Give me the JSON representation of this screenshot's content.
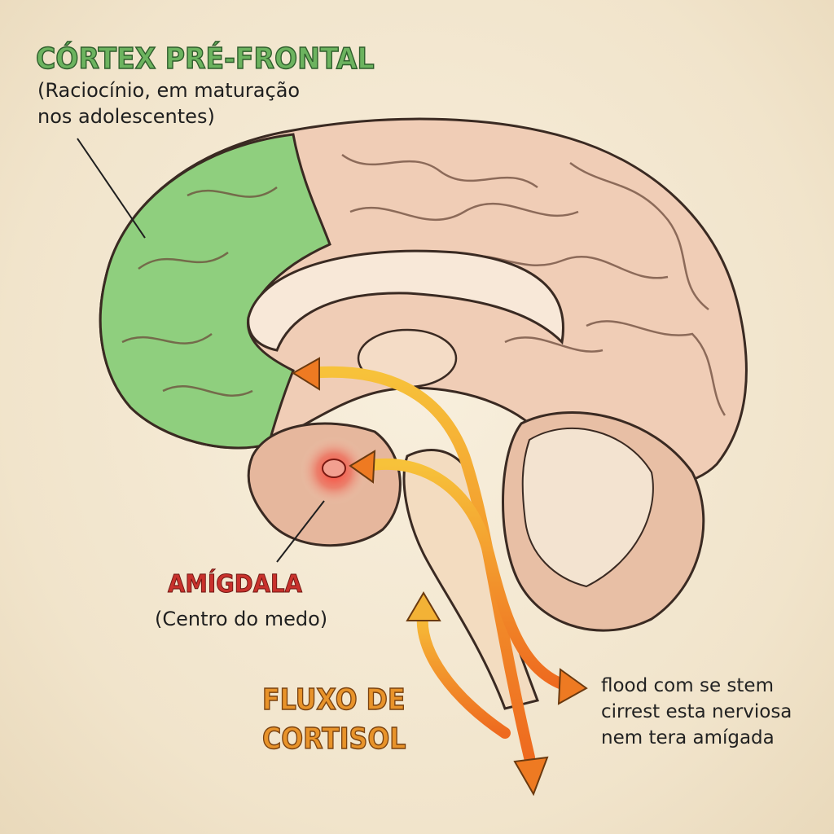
{
  "prefrontal": {
    "title": "CÓRTEX PRÉ-FRONTAL",
    "line1": "(Raciocínio, em maturação",
    "line2": "nos adolescentes)"
  },
  "amygdala": {
    "title": "AMÍGDALA",
    "subtitle": "(Centro do medo)"
  },
  "cortisol": {
    "line1": "FLUXO DE",
    "line2": "CORTISOL"
  },
  "flood_note": {
    "line1": "flood com se stem",
    "line2": "cirrest esta nerviosa",
    "line3": "nem tera amígada"
  },
  "colors": {
    "prefrontal": "#8fcf7e",
    "amygdala": "#e0342c",
    "cortisol": "#f09a2a",
    "brain": "#f0cdb6",
    "background": "#f3e8d2"
  }
}
